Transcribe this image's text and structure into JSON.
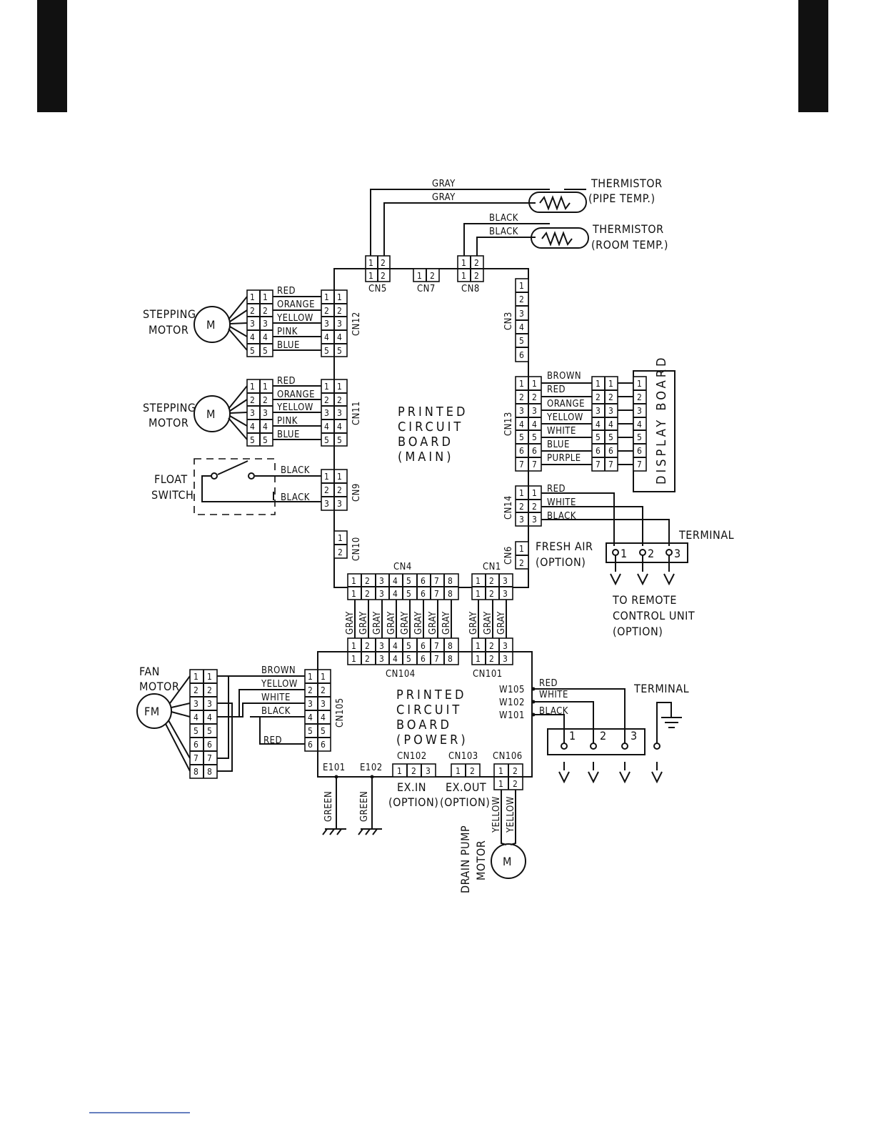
{
  "main_board": {
    "label_lines": [
      "PRINTED",
      "CIRCUIT",
      "BOARD",
      "(MAIN)"
    ]
  },
  "power_board": {
    "label_lines": [
      "PRINTED",
      "CIRCUIT",
      "BOARD",
      "(POWER)"
    ]
  },
  "thermistor_pipe": {
    "lines": [
      "THERMISTOR",
      "(PIPE TEMP.)"
    ],
    "wires": [
      "GRAY",
      "GRAY"
    ]
  },
  "thermistor_room": {
    "lines": [
      "THERMISTOR",
      "(ROOM TEMP.)"
    ],
    "wires": [
      "BLACK",
      "BLACK"
    ]
  },
  "connectors": {
    "cn5": "CN5",
    "cn7": "CN7",
    "cn8": "CN8",
    "cn3": "CN3",
    "cn12": "CN12",
    "cn11": "CN11",
    "cn13": "CN13",
    "cn9": "CN9",
    "cn14": "CN14",
    "cn10": "CN10",
    "cn6": "CN6",
    "cn4": "CN4",
    "cn1": "CN1",
    "cn104": "CN104",
    "cn101": "CN101",
    "cn105": "CN105",
    "cn102": "CN102",
    "cn103": "CN103",
    "cn106": "CN106"
  },
  "stepping_motor_1": {
    "lines": [
      "STEPPING",
      "MOTOR"
    ],
    "symbol": "M",
    "wires": [
      "RED",
      "ORANGE",
      "YELLOW",
      "PINK",
      "BLUE"
    ]
  },
  "stepping_motor_2": {
    "lines": [
      "STEPPING",
      "MOTOR"
    ],
    "symbol": "M",
    "wires": [
      "RED",
      "ORANGE",
      "YELLOW",
      "PINK",
      "BLUE"
    ]
  },
  "float_switch": {
    "lines": [
      "FLOAT",
      "SWITCH"
    ],
    "wires": [
      "BLACK",
      "BLACK"
    ]
  },
  "display_board": {
    "label": "DISPLAY BOARD",
    "wires": [
      "BROWN",
      "RED",
      "ORANGE",
      "YELLOW",
      "WHITE",
      "BLUE",
      "PURPLE"
    ]
  },
  "cn14_wires": [
    "RED",
    "WHITE",
    "BLACK"
  ],
  "terminal_top": {
    "label": "TERMINAL",
    "pins": [
      "1",
      "2",
      "3"
    ]
  },
  "remote": {
    "lines": [
      "TO REMOTE",
      "CONTROL UNIT",
      "(OPTION)"
    ]
  },
  "fresh_air": {
    "lines": [
      "FRESH AIR",
      "(OPTION)"
    ]
  },
  "gray_wire": "GRAY",
  "fan_motor": {
    "lines": [
      "FAN",
      "MOTOR"
    ],
    "symbol": "FM",
    "wires": [
      "BROWN",
      "YELLOW",
      "WHITE",
      "BLACK",
      "RED"
    ]
  },
  "power_terminals": {
    "w105": "W105",
    "w102": "W102",
    "w101": "W101",
    "wires": [
      "RED",
      "WHITE",
      "BLACK"
    ],
    "pins": [
      "1",
      "2",
      "3"
    ]
  },
  "terminal_bottom": {
    "label": "TERMINAL"
  },
  "earth": {
    "e101": "E101",
    "e102": "E102",
    "wire": "GREEN"
  },
  "ex_in": {
    "lines": [
      "EX.IN",
      "(OPTION)"
    ]
  },
  "ex_out": {
    "lines": [
      "EX.OUT",
      "(OPTION)"
    ]
  },
  "drain_pump": {
    "lines": [
      "DRAIN PUMP",
      "MOTOR"
    ],
    "symbol": "M",
    "wires": [
      "YELLOW",
      "YELLOW"
    ]
  }
}
